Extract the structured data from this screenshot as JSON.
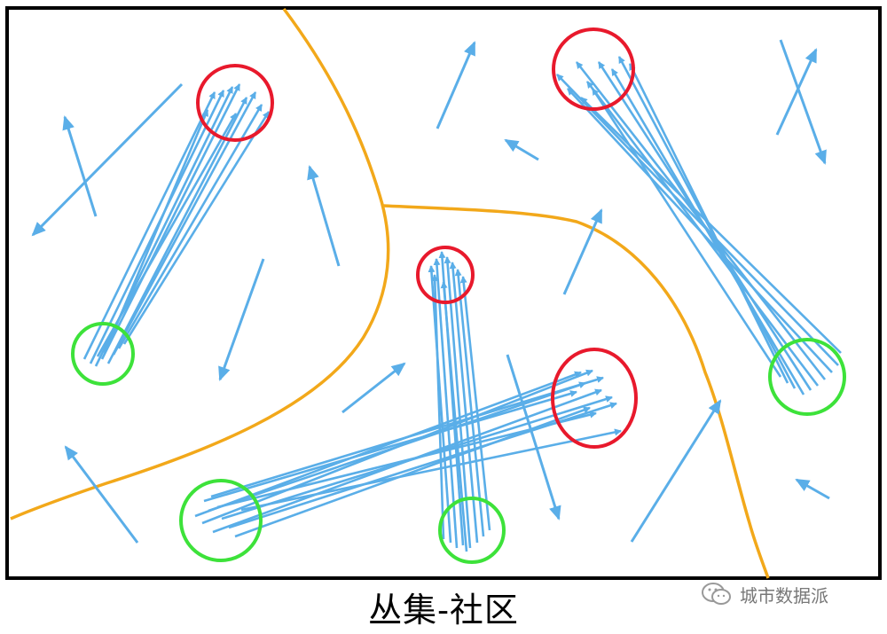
{
  "caption": "丛集-社区",
  "watermark": {
    "text": "城市数据派",
    "icon": "wechat-icon"
  },
  "colors": {
    "arrow": "#5aaee8",
    "destination_circle": "#e8192c",
    "origin_circle": "#3de23a",
    "boundary": "#f2a81a",
    "frame": "#000000"
  },
  "legend_semantics": {
    "green_circle": "origin-cluster",
    "red_circle": "destination-cluster"
  }
}
